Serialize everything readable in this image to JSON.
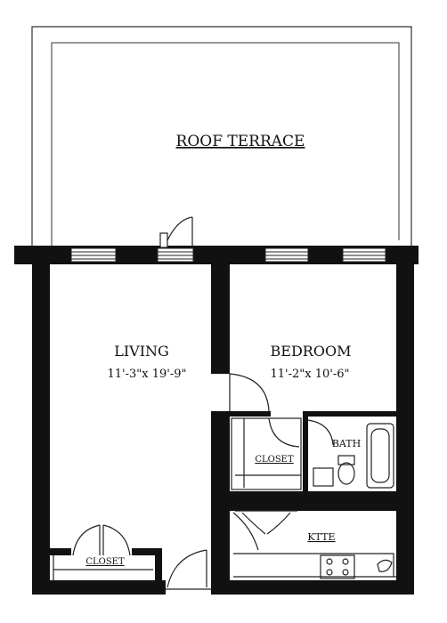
{
  "rooms": {
    "roof_terrace": {
      "name": "ROOF TERRACE"
    },
    "living": {
      "name": "LIVING",
      "dims": "11'-3\"x 19'-9\""
    },
    "bedroom": {
      "name": "BEDROOM",
      "dims": "11'-2\"x 10'-6\""
    },
    "bedroom_closet": {
      "name": "CLOSET"
    },
    "bath": {
      "name": "BATH"
    },
    "linen_closet": {
      "name": "CL"
    },
    "kitchen": {
      "name": "KTTE"
    },
    "living_closet": {
      "name": "CLOSET"
    }
  },
  "colors": {
    "wall": "#111111",
    "line": "#222222",
    "background": "#ffffff"
  }
}
